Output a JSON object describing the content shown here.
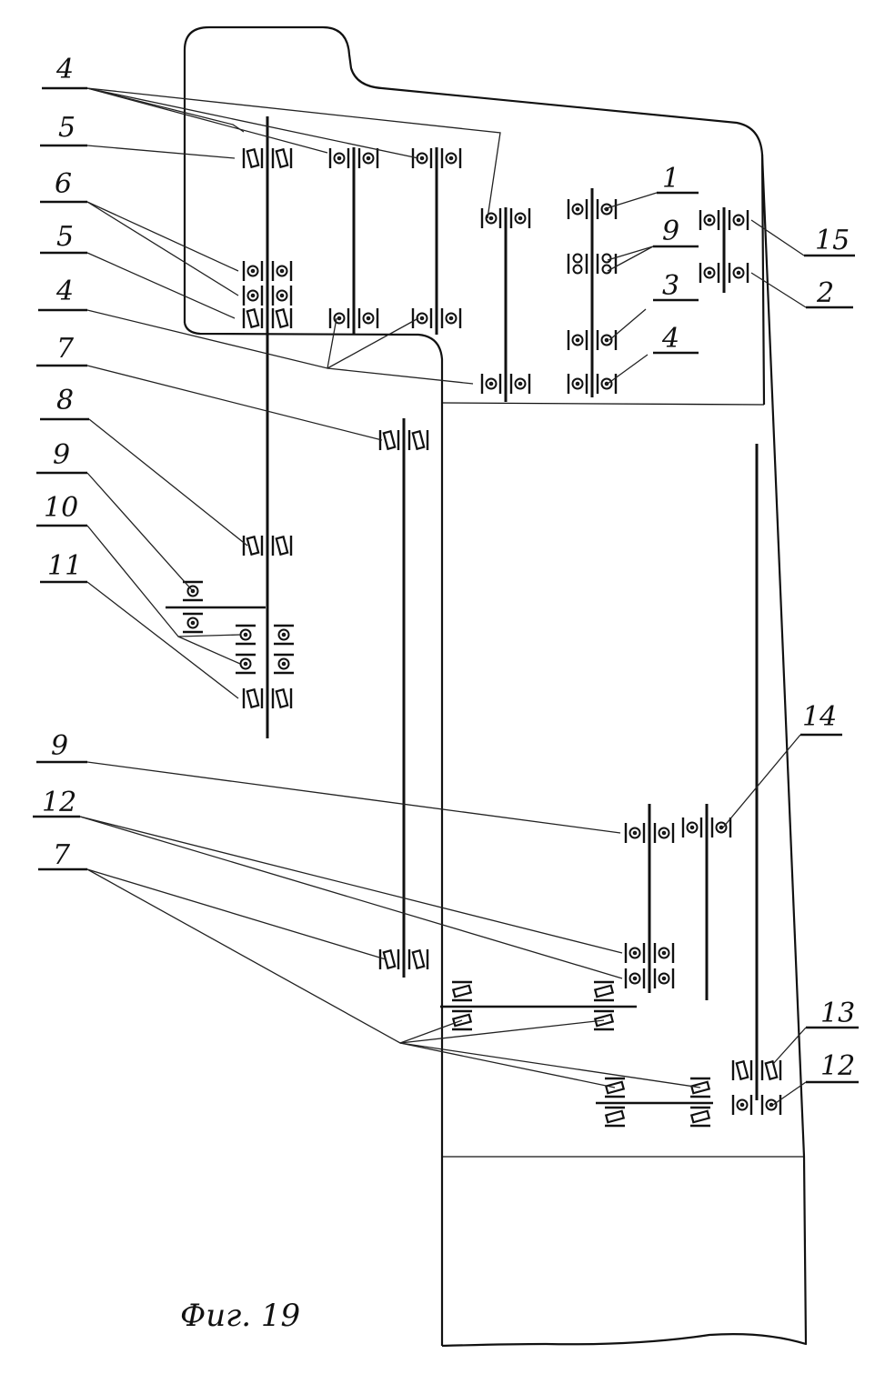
{
  "figure": {
    "caption": "Фиг. 19",
    "description": "Kinematic diagram of gearbox shafts and bearing arrangement in housing"
  },
  "labels": {
    "left": [
      {
        "id": "L4a",
        "text": "4"
      },
      {
        "id": "L5a",
        "text": "5"
      },
      {
        "id": "L6",
        "text": "6"
      },
      {
        "id": "L5b",
        "text": "5"
      },
      {
        "id": "L4b",
        "text": "4"
      },
      {
        "id": "L7a",
        "text": "7"
      },
      {
        "id": "L8",
        "text": "8"
      },
      {
        "id": "L9a",
        "text": "9"
      },
      {
        "id": "L10",
        "text": "10"
      },
      {
        "id": "L11",
        "text": "11"
      },
      {
        "id": "L9b",
        "text": "9"
      },
      {
        "id": "L12a",
        "text": "12"
      },
      {
        "id": "L7b",
        "text": "7"
      }
    ],
    "right": [
      {
        "id": "R1",
        "text": "1"
      },
      {
        "id": "R9",
        "text": "9"
      },
      {
        "id": "R3",
        "text": "3"
      },
      {
        "id": "R4",
        "text": "4"
      },
      {
        "id": "R15",
        "text": "15"
      },
      {
        "id": "R2",
        "text": "2"
      },
      {
        "id": "R14",
        "text": "14"
      },
      {
        "id": "R13",
        "text": "13"
      },
      {
        "id": "R12",
        "text": "12"
      }
    ]
  },
  "bearing_types": {
    "ball": "radial ball bearing",
    "roller": "tapered roller bearing",
    "double": "double-row ball bearing"
  }
}
